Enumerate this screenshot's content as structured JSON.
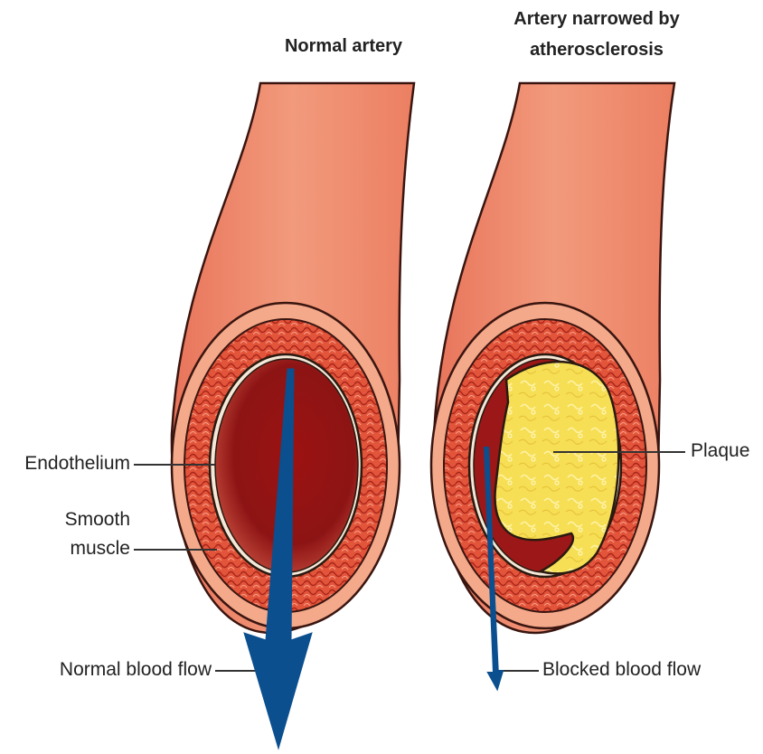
{
  "titles": {
    "normal": "Normal artery",
    "narrowed_line1": "Artery narrowed by",
    "narrowed_line2": "atherosclerosis"
  },
  "labels": {
    "endothelium": "Endothelium",
    "smooth_muscle_line1": "Smooth",
    "smooth_muscle_line2": "muscle",
    "normal_flow": "Normal blood flow",
    "plaque": "Plaque",
    "blocked_flow": "Blocked blood flow"
  },
  "colors": {
    "vessel_outer": "#f08a6a",
    "vessel_edge": "#3a1510",
    "adventitia": "#f2a585",
    "muscle": "#d9472c",
    "lumen_blood": "#9e1a1a",
    "plaque": "#f5de4e",
    "arrow": "#0b4f8f"
  }
}
